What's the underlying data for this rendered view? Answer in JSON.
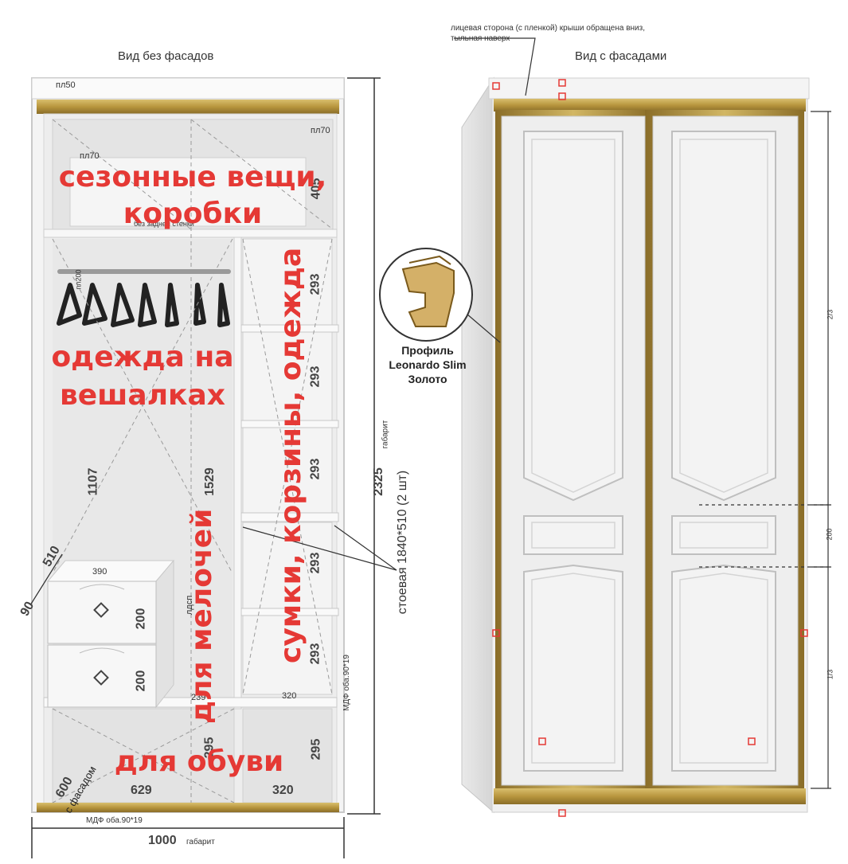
{
  "left_view": {
    "title": "Вид без фасадов",
    "labels": {
      "top_panel": "пл50",
      "shelf_panel": "пл70",
      "shelf_panel_right": "пл70",
      "no_back": "без задней стенки",
      "rail": "пл200",
      "board_note": "МДФ оба.90*19",
      "board_note_side": "МДФ оба.90*19",
      "fasad_note": "с фасадом",
      "lrsp": "лдсп"
    },
    "dimensions": {
      "top_height": "405",
      "box1": "293",
      "box2": "293",
      "box3": "293",
      "box4": "293",
      "box5": "293",
      "hanging_height": "1107",
      "middle_height": "1529",
      "drawer1": "200",
      "drawer2": "200",
      "drawer_width": "390",
      "depth_510": "510",
      "depth_90": "90",
      "shoe_left_width": "629",
      "shoe_right_width": "320",
      "shoe_height_left": "295",
      "shoe_height_right": "295",
      "width_320": "320",
      "width_239": "239",
      "depth_600": "600",
      "total_width": "1000",
      "total_width_unit": "габарит",
      "total_height": "2325",
      "total_height_unit": "габарит"
    },
    "overlay": {
      "seasonal_line1": "сезонные вещи,",
      "seasonal_line2": "коробки",
      "hanging_line1": "одежда на",
      "hanging_line2": "вешалках",
      "small_items": "для мелочей",
      "bags": "сумки, корзины, одежда",
      "shoes": "для обуви"
    }
  },
  "right_view": {
    "title": "Вид с фасадами",
    "note_line1": "лицевая сторона (с пленкой) крыши обращена вниз,",
    "note_line2": "тыльная наверх",
    "mirror_label": "стоевая 1840*510 (2 шт)",
    "profile_label_1": "Профиль",
    "profile_label_2": "Leonardo Slim",
    "profile_label_3": "Золото",
    "ratio_top": "2/3",
    "ratio_mid": "200",
    "ratio_bottom": "1/3"
  },
  "colors": {
    "gold": "#b8963e",
    "panel": "#f2f2f2",
    "panel_edge": "#cfcfcf",
    "overlay_red": "#e53935"
  }
}
